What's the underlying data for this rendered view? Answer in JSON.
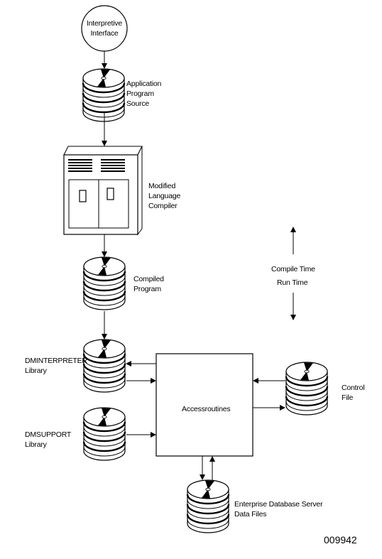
{
  "nodes": {
    "interpretive_interface": [
      "Interpretive",
      "Interface"
    ],
    "application_program_source": [
      "Application",
      "Program",
      "Source"
    ],
    "modified_language_compiler": [
      "Modified",
      "Language",
      "Compiler"
    ],
    "compiled_program": [
      "Compiled",
      "Program"
    ],
    "dminterpreter_library": [
      "DMINTERPRETER",
      "Library"
    ],
    "dmsupport_library": [
      "DMSUPPORT",
      "Library"
    ],
    "access_routines": "Accessroutines",
    "control_file": [
      "Control",
      "File"
    ],
    "enterprise_database_server": [
      "Enterprise Database Server",
      "Data Files"
    ]
  },
  "timeline": {
    "compile_time": "Compile Time",
    "run_time": "Run Time"
  },
  "figure_number": "009942"
}
